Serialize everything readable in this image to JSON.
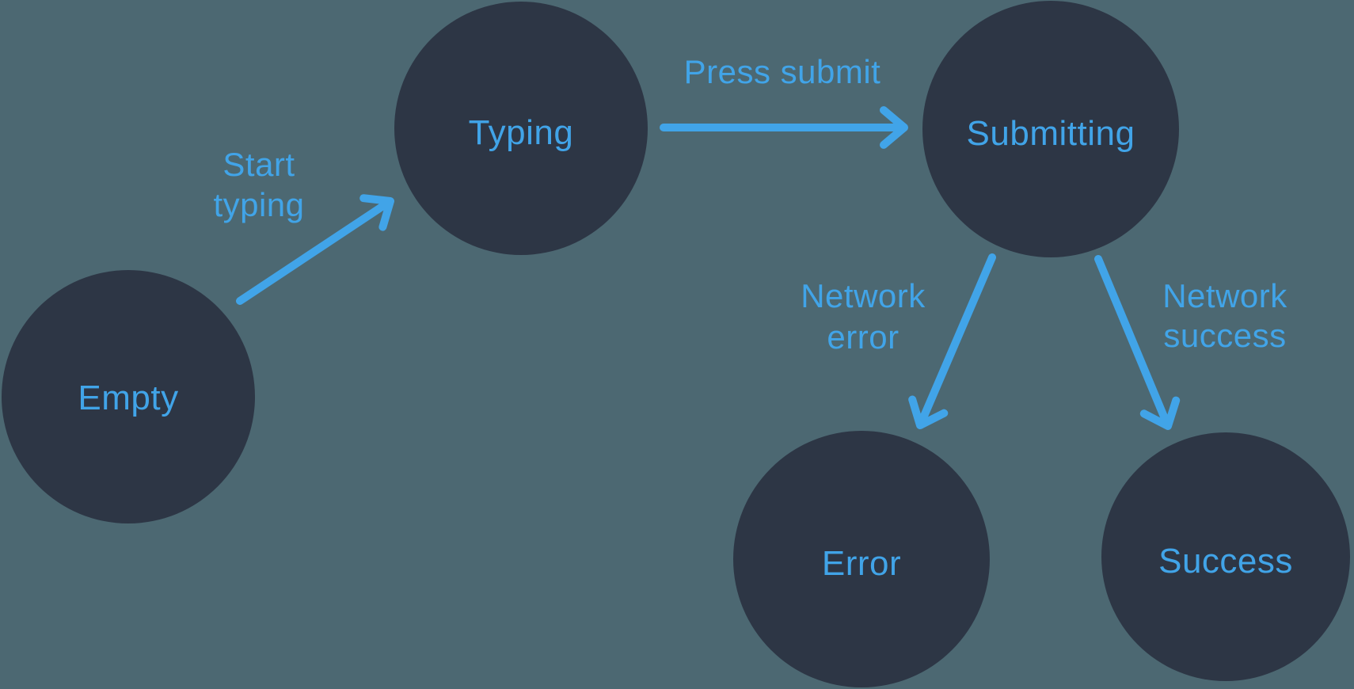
{
  "diagram": {
    "type": "state-machine",
    "background_color": "#4C6872",
    "node_color": "#2D3645",
    "accent_color": "#41A4E8",
    "states": [
      {
        "id": "empty",
        "label": "Empty"
      },
      {
        "id": "typing",
        "label": "Typing"
      },
      {
        "id": "submitting",
        "label": "Submitting"
      },
      {
        "id": "error",
        "label": "Error"
      },
      {
        "id": "success",
        "label": "Success"
      }
    ],
    "transitions": [
      {
        "from": "empty",
        "to": "typing",
        "label_lines": [
          "Start",
          "typing"
        ]
      },
      {
        "from": "typing",
        "to": "submitting",
        "label_lines": [
          "Press submit"
        ]
      },
      {
        "from": "submitting",
        "to": "error",
        "label_lines": [
          "Network",
          "error"
        ]
      },
      {
        "from": "submitting",
        "to": "success",
        "label_lines": [
          "Network",
          "success"
        ]
      }
    ]
  }
}
